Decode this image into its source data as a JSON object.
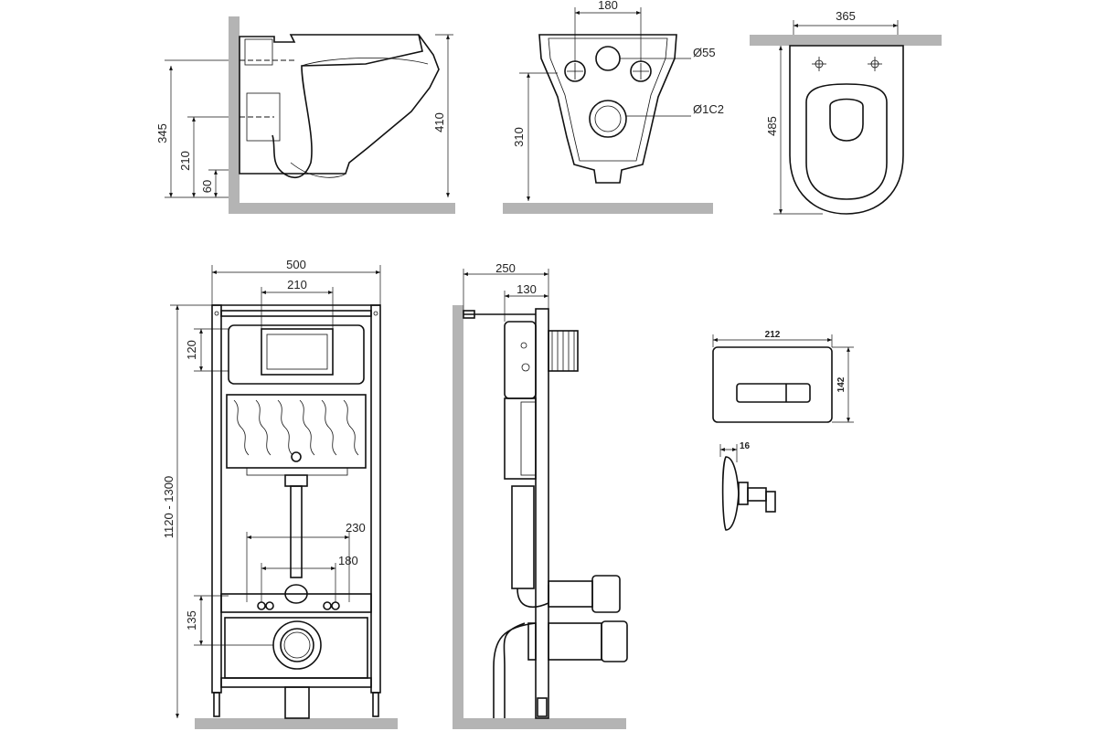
{
  "colors": {
    "line": "#111111",
    "wall": "#b4b4b4",
    "background": "#ffffff"
  },
  "toilet_side_view": {
    "dims": {
      "height_345": "345",
      "height_210": "210",
      "height_60": "60",
      "height_410": "410"
    }
  },
  "toilet_rear_view": {
    "dims": {
      "width_180": "180",
      "diameter_55": "Ø55",
      "diameter_102": "Ø1С2",
      "height_310": "310"
    }
  },
  "toilet_top_view": {
    "dims": {
      "width_365": "365",
      "length_485": "485"
    }
  },
  "frame_front_view": {
    "dims": {
      "width_500": "500",
      "width_210": "210",
      "height_120": "120",
      "height_range": "1120 - 1300",
      "width_230": "230",
      "width_180": "180",
      "height_135": "135"
    }
  },
  "frame_side_view": {
    "dims": {
      "depth_250": "250",
      "depth_130": "130"
    }
  },
  "flush_plate_front": {
    "dims": {
      "width_212": "212",
      "height_142": "142"
    }
  },
  "flush_plate_side": {
    "dims": {
      "depth_16": "16"
    }
  }
}
